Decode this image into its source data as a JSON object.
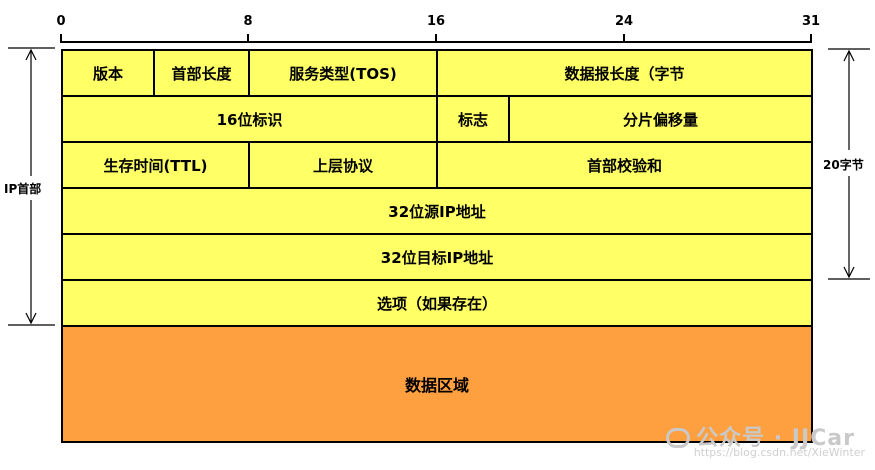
{
  "bit_ruler": {
    "labels": [
      "0",
      "8",
      "16",
      "24",
      "31"
    ]
  },
  "header_rows": {
    "row1": [
      "版本",
      "首部长度",
      "服务类型(TOS)",
      "数据报长度（字节"
    ],
    "row2": [
      "16位标识",
      "标志",
      "分片偏移量"
    ],
    "row3": [
      "生存时间(TTL)",
      "上层协议",
      "首部校验和"
    ],
    "row4": "32位源IP地址",
    "row5": "32位目标IP地址",
    "row6": "选项（如果存在）"
  },
  "data_area": "数据区域",
  "left_label": "IP首部",
  "right_label": "20字节",
  "watermark": {
    "text": "公众号 · JJCar",
    "url": "https://blog.csdn.net/XieWinter"
  },
  "colors": {
    "header_fill": "#ffff66",
    "data_fill": "#ffa040",
    "border": "#000000"
  }
}
